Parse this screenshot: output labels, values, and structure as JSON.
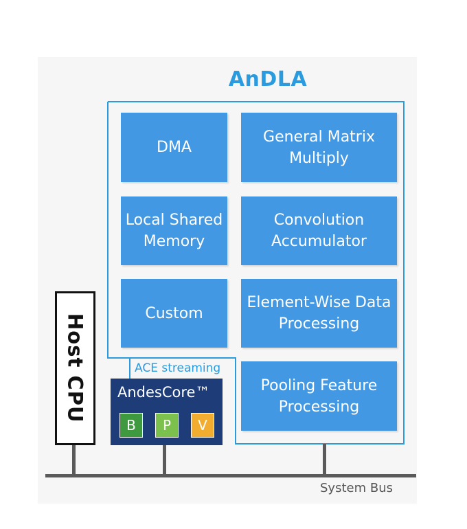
{
  "title": "AnDLA",
  "blocks": {
    "dma": "DMA",
    "gemm": "General Matrix Multiply",
    "lsm": "Local Shared Memory",
    "conv": "Convolution Accumulator",
    "custom": "Custom",
    "eltwise": "Element-Wise Data Processing",
    "pool": "Pooling Feature Processing"
  },
  "ace_label": "ACE streaming",
  "andes_core": {
    "label": "AndesCore™",
    "badges": [
      {
        "letter": "B",
        "color": "#3f9a3f"
      },
      {
        "letter": "P",
        "color": "#7cc04e"
      },
      {
        "letter": "V",
        "color": "#f2ac2f"
      }
    ]
  },
  "host_cpu": "Host CPU",
  "system_bus": "System Bus",
  "colors": {
    "accent": "#2b9be0",
    "block": "#4398e3",
    "andes_core": "#1e3c78",
    "bus": "#5a5a5a"
  }
}
